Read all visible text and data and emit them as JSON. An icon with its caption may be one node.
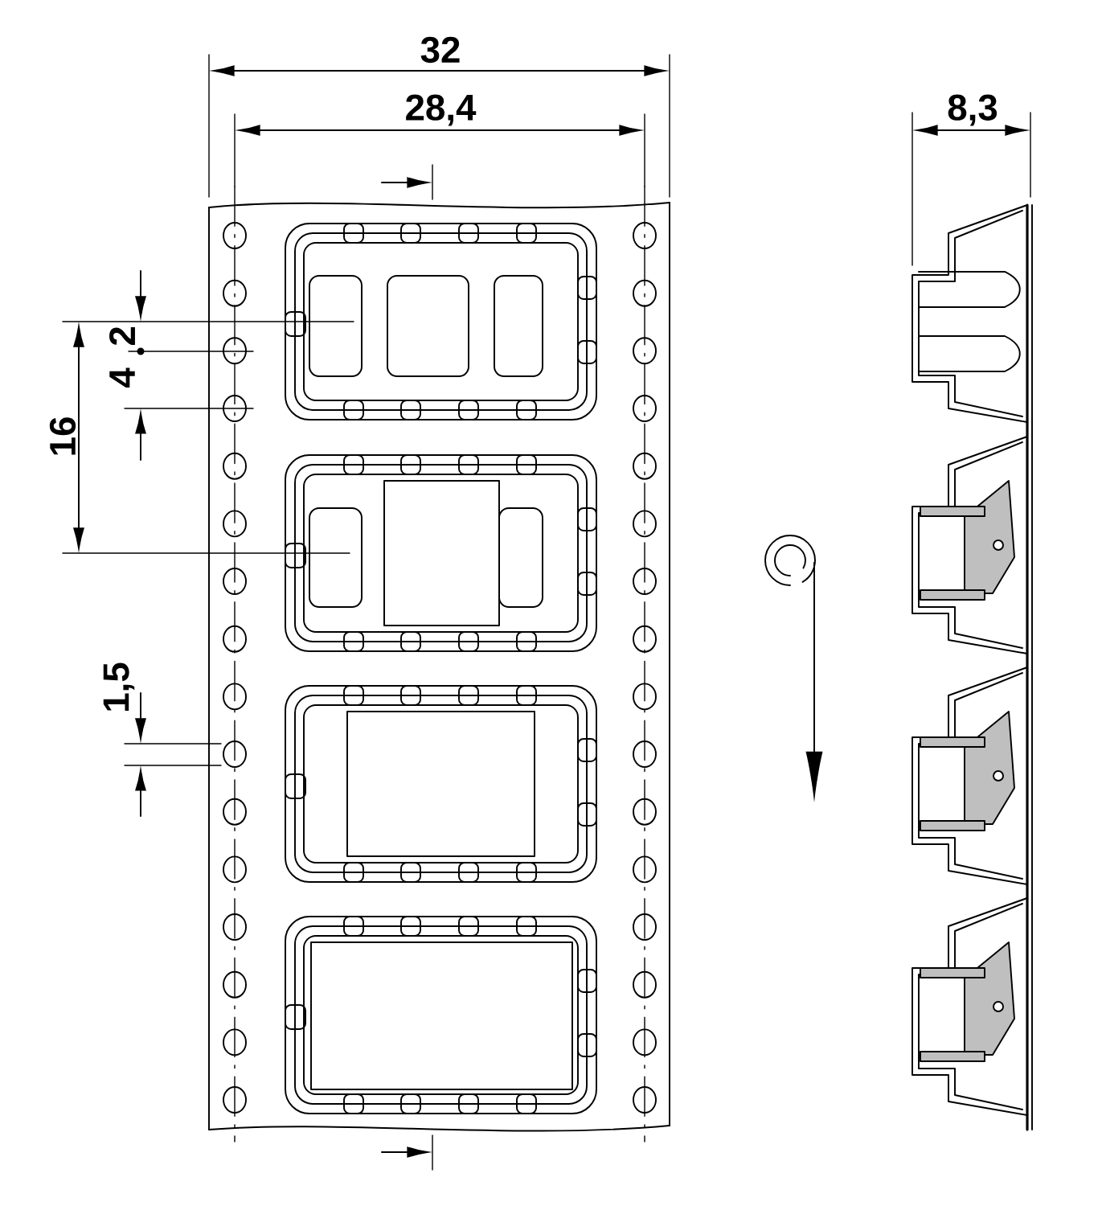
{
  "diagram": {
    "labels": [
      "32",
      "28,4",
      "8,3",
      "2",
      "4",
      "16",
      "1,5"
    ]
  }
}
